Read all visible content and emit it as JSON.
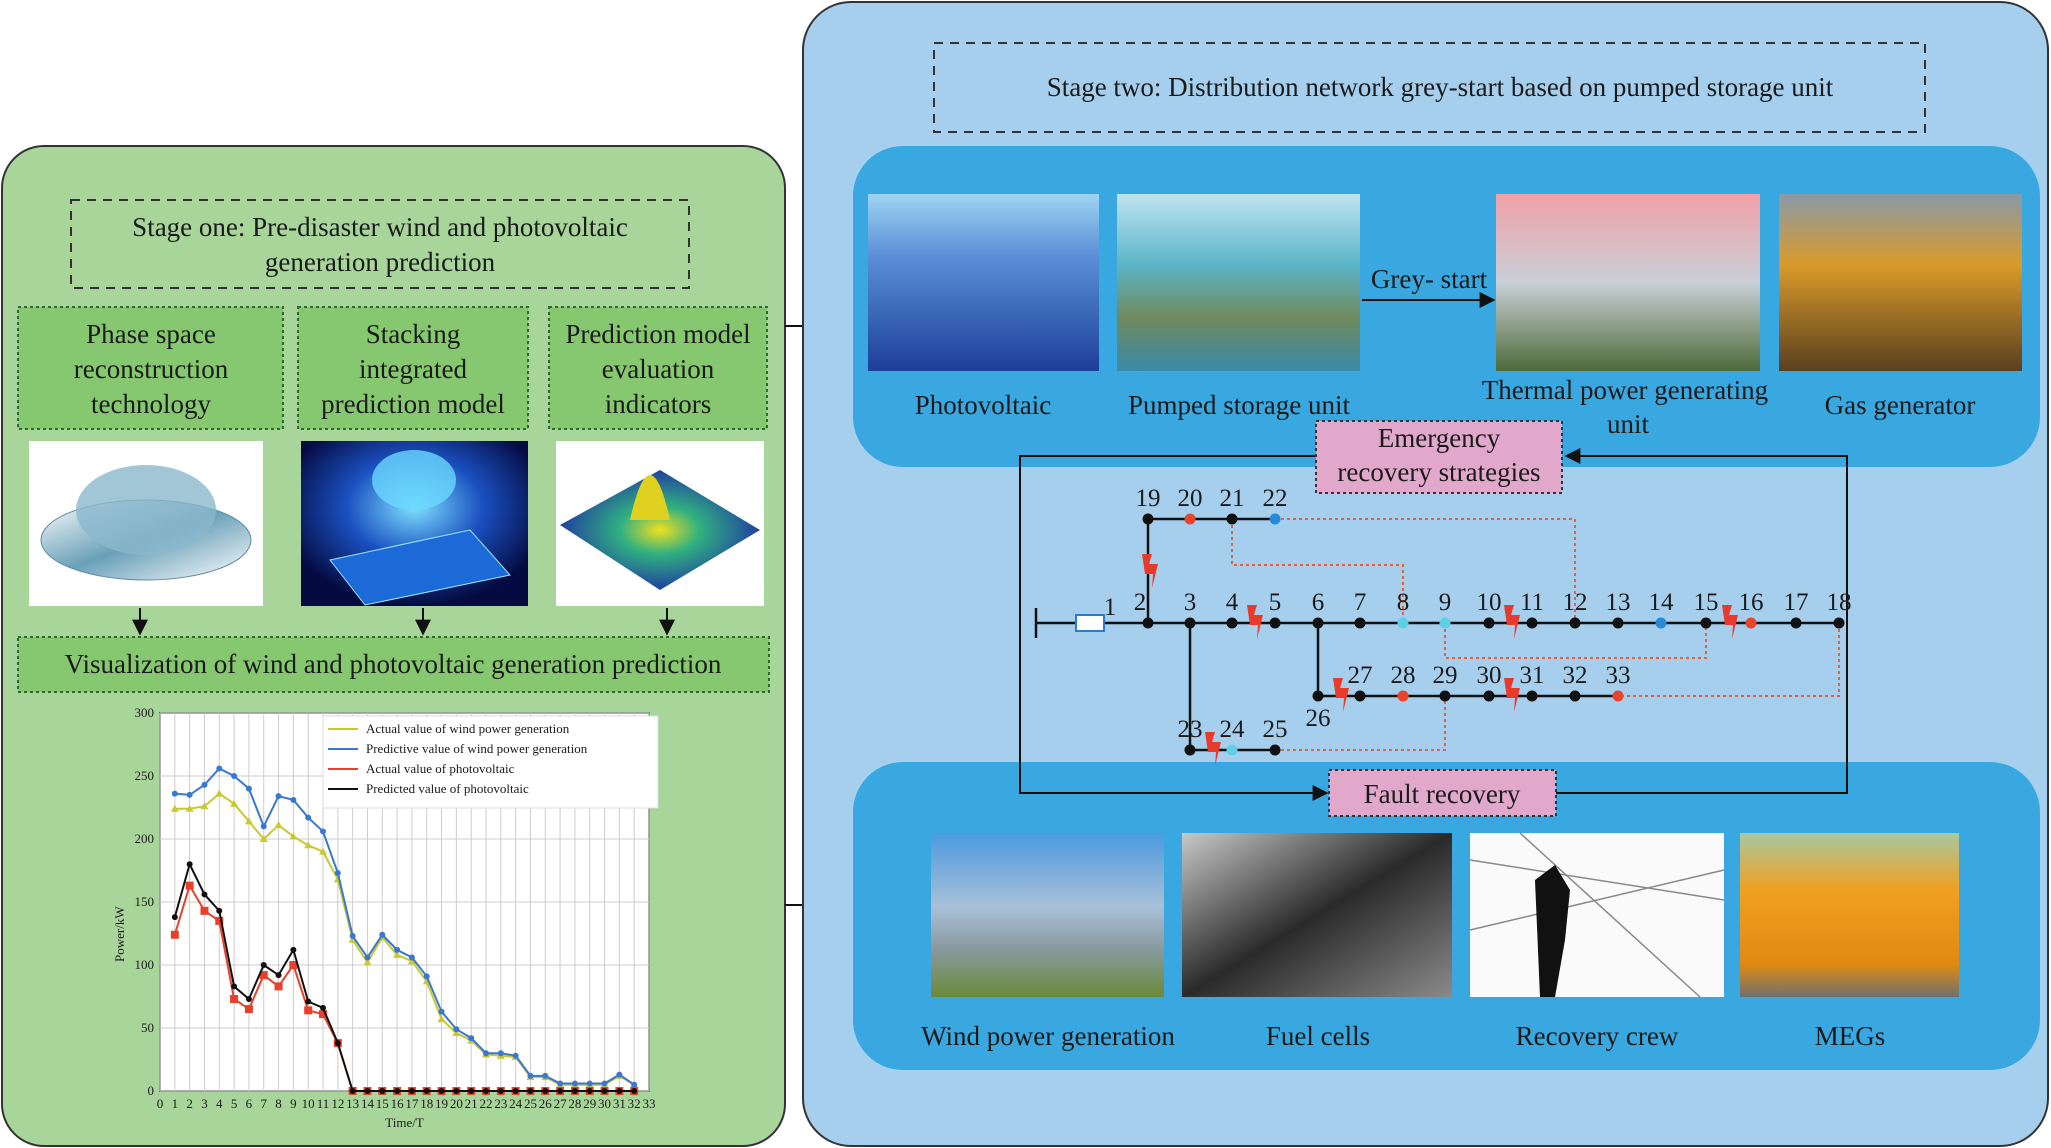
{
  "stage_one": {
    "title_lines": [
      "Stage one: Pre-disaster wind and photovoltaic",
      "generation prediction"
    ],
    "boxes": [
      {
        "lines": [
          "Phase space",
          "reconstruction",
          "technology"
        ]
      },
      {
        "lines": [
          "Stacking",
          "integrated",
          "prediction model"
        ]
      },
      {
        "lines": [
          "Prediction model",
          "evaluation",
          "indicators"
        ]
      }
    ],
    "visualization_label": "Visualization of wind and photovoltaic generation prediction"
  },
  "stage_two": {
    "title": "Stage two: Distribution network grey-start based on pumped storage unit",
    "top_units": [
      {
        "label_lines": [
          "Photovoltaic"
        ]
      },
      {
        "label_lines": [
          "Pumped storage unit"
        ]
      },
      {
        "label_lines": [
          "Thermal power generating",
          "unit"
        ]
      },
      {
        "label_lines": [
          "Gas generator"
        ]
      }
    ],
    "grey_start_label": "Grey- start",
    "emergency_lines": [
      "Emergency",
      "recovery strategies"
    ],
    "fault_recovery": "Fault recovery",
    "bottom_units": [
      {
        "label": "Wind power generation"
      },
      {
        "label": "Fuel cells"
      },
      {
        "label": "Recovery crew"
      },
      {
        "label": "MEGs"
      }
    ]
  },
  "network": {
    "node_colors": {
      "black": "#111111",
      "red": "#e8452c",
      "blue": "#2a8ad6",
      "cyan": "#5cd0e6"
    },
    "colored_nodes": {
      "20": "red",
      "22": "blue",
      "8": "cyan",
      "9": "cyan",
      "14": "blue",
      "16": "red",
      "28": "red",
      "33": "red",
      "24": "cyan"
    },
    "faults": [
      "2-19",
      "4-5",
      "10-11",
      "15-16",
      "26-27",
      "30-31",
      "23-24"
    ],
    "tie_lines": [
      "21-8",
      "22-12",
      "9-15",
      "18-33",
      "25-29"
    ]
  },
  "chart_data": {
    "type": "line",
    "title": "",
    "xlabel": "Time/T",
    "ylabel": "Power/kW",
    "xlim": [
      0,
      33
    ],
    "ylim": [
      0,
      300
    ],
    "xticks": [
      0,
      1,
      2,
      3,
      4,
      5,
      6,
      7,
      8,
      9,
      10,
      11,
      12,
      13,
      14,
      15,
      16,
      17,
      18,
      19,
      20,
      21,
      22,
      23,
      24,
      25,
      26,
      27,
      28,
      29,
      30,
      31,
      32,
      33
    ],
    "yticks": [
      0,
      50,
      100,
      150,
      200,
      250,
      300
    ],
    "grid": true,
    "legend_position": "top-right",
    "x": [
      1,
      2,
      3,
      4,
      5,
      6,
      7,
      8,
      9,
      10,
      11,
      12,
      13,
      14,
      15,
      16,
      17,
      18,
      19,
      20,
      21,
      22,
      23,
      24,
      25,
      26,
      27,
      28,
      29,
      30,
      31,
      32
    ],
    "series": [
      {
        "name": "Actual value of wind power generation",
        "color": "#c8c830",
        "marker": "triangle",
        "values": [
          224,
          224,
          226,
          236,
          228,
          214,
          200,
          211,
          202,
          195,
          190,
          168,
          120,
          102,
          122,
          108,
          103,
          87,
          57,
          46,
          40,
          29,
          28,
          27,
          11,
          11,
          5,
          5,
          5,
          5,
          12,
          5
        ]
      },
      {
        "name": "Predictive value of wind power generation",
        "color": "#3a78d0",
        "marker": "circle",
        "values": [
          236,
          235,
          243,
          256,
          250,
          240,
          210,
          234,
          231,
          217,
          206,
          173,
          123,
          106,
          124,
          112,
          106,
          91,
          63,
          49,
          42,
          30,
          30,
          28,
          12,
          12,
          6,
          6,
          6,
          6,
          13,
          5
        ]
      },
      {
        "name": "Actual value of photovoltaic",
        "color": "#e8402a",
        "marker": "square",
        "values": [
          124,
          163,
          143,
          135,
          73,
          65,
          92,
          83,
          100,
          64,
          61,
          38,
          0,
          0,
          0,
          0,
          0,
          0,
          0,
          0,
          0,
          0,
          0,
          0,
          0,
          0,
          0,
          0,
          0,
          0,
          0,
          0
        ]
      },
      {
        "name": "Predicted value of photovoltaic",
        "color": "#111111",
        "marker": "circle",
        "values": [
          138,
          180,
          156,
          143,
          83,
          73,
          100,
          92,
          112,
          71,
          66,
          38,
          0,
          0,
          0,
          0,
          0,
          0,
          0,
          0,
          0,
          0,
          0,
          0,
          0,
          0,
          0,
          0,
          0,
          0,
          0,
          0
        ]
      }
    ]
  }
}
